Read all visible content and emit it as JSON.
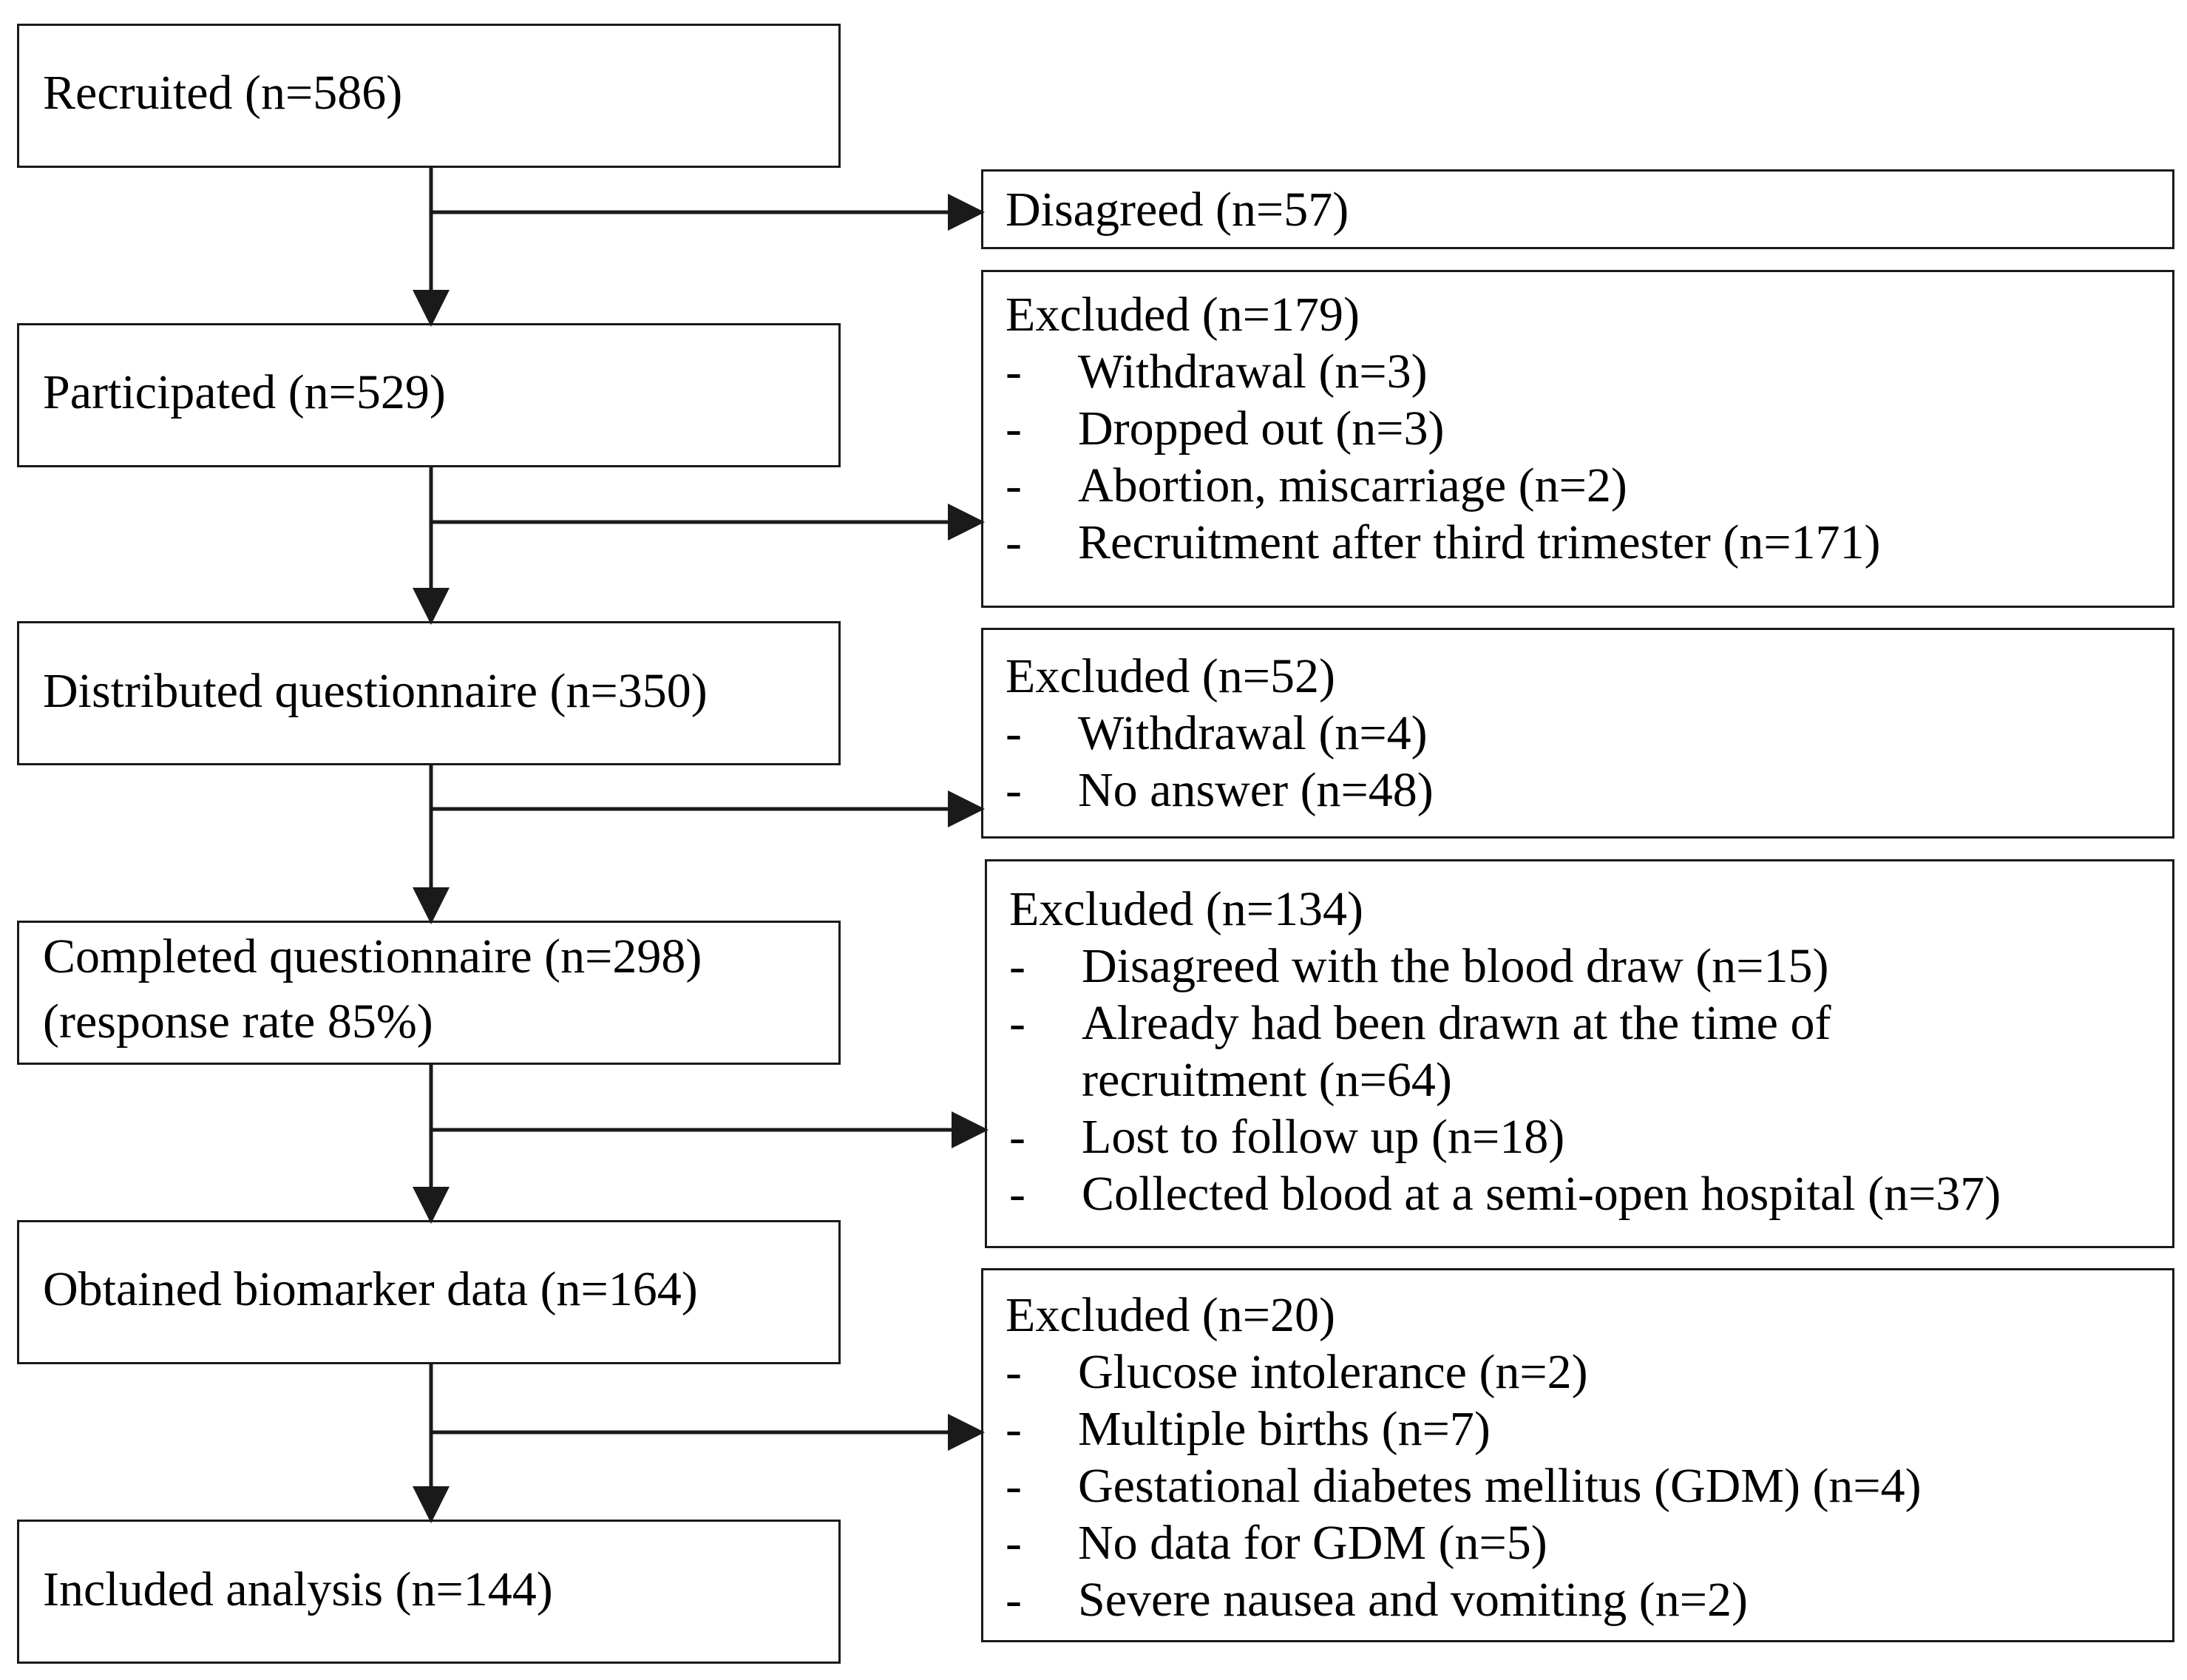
{
  "main_steps": [
    {
      "id": "recruited",
      "label": "Recruited (n=586)"
    },
    {
      "id": "participated",
      "label": "Participated (n=529)"
    },
    {
      "id": "distributed",
      "label": "Distributed questionnaire (n=350)"
    },
    {
      "id": "completed",
      "label": "Completed questionnaire (n=298)",
      "label2": "(response rate 85%)"
    },
    {
      "id": "obtained",
      "label": "Obtained biomarker data (n=164)"
    },
    {
      "id": "included",
      "label": "Included analysis (n=144)"
    }
  ],
  "side_boxes": [
    {
      "id": "disagreed",
      "heading": "Disagreed (n=57)",
      "items": []
    },
    {
      "id": "excluded-1",
      "heading": "Excluded (n=179)",
      "items": [
        {
          "dash": "-",
          "text": "Withdrawal (n=3)"
        },
        {
          "dash": "-",
          "text": "Dropped out (n=3)"
        },
        {
          "dash": "-",
          "text": "Abortion, miscarriage (n=2)"
        },
        {
          "dash": "-",
          "text": "Recruitment after third trimester (n=171)"
        }
      ]
    },
    {
      "id": "excluded-2",
      "heading": "Excluded (n=52)",
      "items": [
        {
          "dash": "-",
          "text": "Withdrawal (n=4)"
        },
        {
          "dash": "-",
          "text": "No answer (n=48)"
        }
      ]
    },
    {
      "id": "excluded-3",
      "heading": "Excluded (n=134)",
      "items": [
        {
          "dash": "-",
          "text": "Disagreed with the blood draw (n=15)"
        },
        {
          "dash": "-",
          "text": "Already had been drawn at the time of"
        },
        {
          "dash": "",
          "text": "recruitment (n=64)"
        },
        {
          "dash": "-",
          "text": "Lost to follow up (n=18)"
        },
        {
          "dash": "-",
          "text": "Collected blood at a semi-open hospital (n=37)"
        }
      ]
    },
    {
      "id": "excluded-4",
      "heading": "Excluded (n=20)",
      "items": [
        {
          "dash": "-",
          "text": "Glucose intolerance (n=2)"
        },
        {
          "dash": "-",
          "text": "Multiple births (n=7)"
        },
        {
          "dash": "-",
          "text": "Gestational diabetes mellitus (GDM) (n=4)"
        },
        {
          "dash": "-",
          "text": "No data for GDM (n=5)"
        },
        {
          "dash": "-",
          "text": "Severe nausea and vomiting (n=2)"
        }
      ]
    }
  ],
  "colors": {
    "line": "#1a1a1a",
    "text": "#000000",
    "background": "#ffffff"
  }
}
